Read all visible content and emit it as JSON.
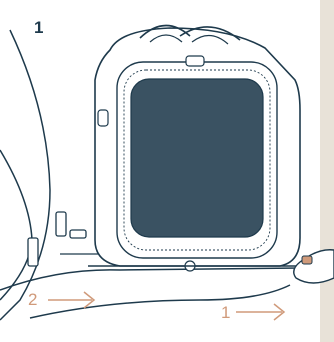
{
  "figure": {
    "step_number": "1",
    "arrows": [
      {
        "label": "2",
        "direction": "right"
      },
      {
        "label": "1",
        "direction": "right"
      }
    ],
    "colors": {
      "background": "#e8e2d8",
      "line": "#1e3a4c",
      "mesh": "#3a5262",
      "panel": "#ffffff",
      "arrow": "#d09a7a"
    },
    "icons": [
      "backpack-carrier",
      "hand-icon",
      "car-seat-belt-buckle"
    ]
  }
}
